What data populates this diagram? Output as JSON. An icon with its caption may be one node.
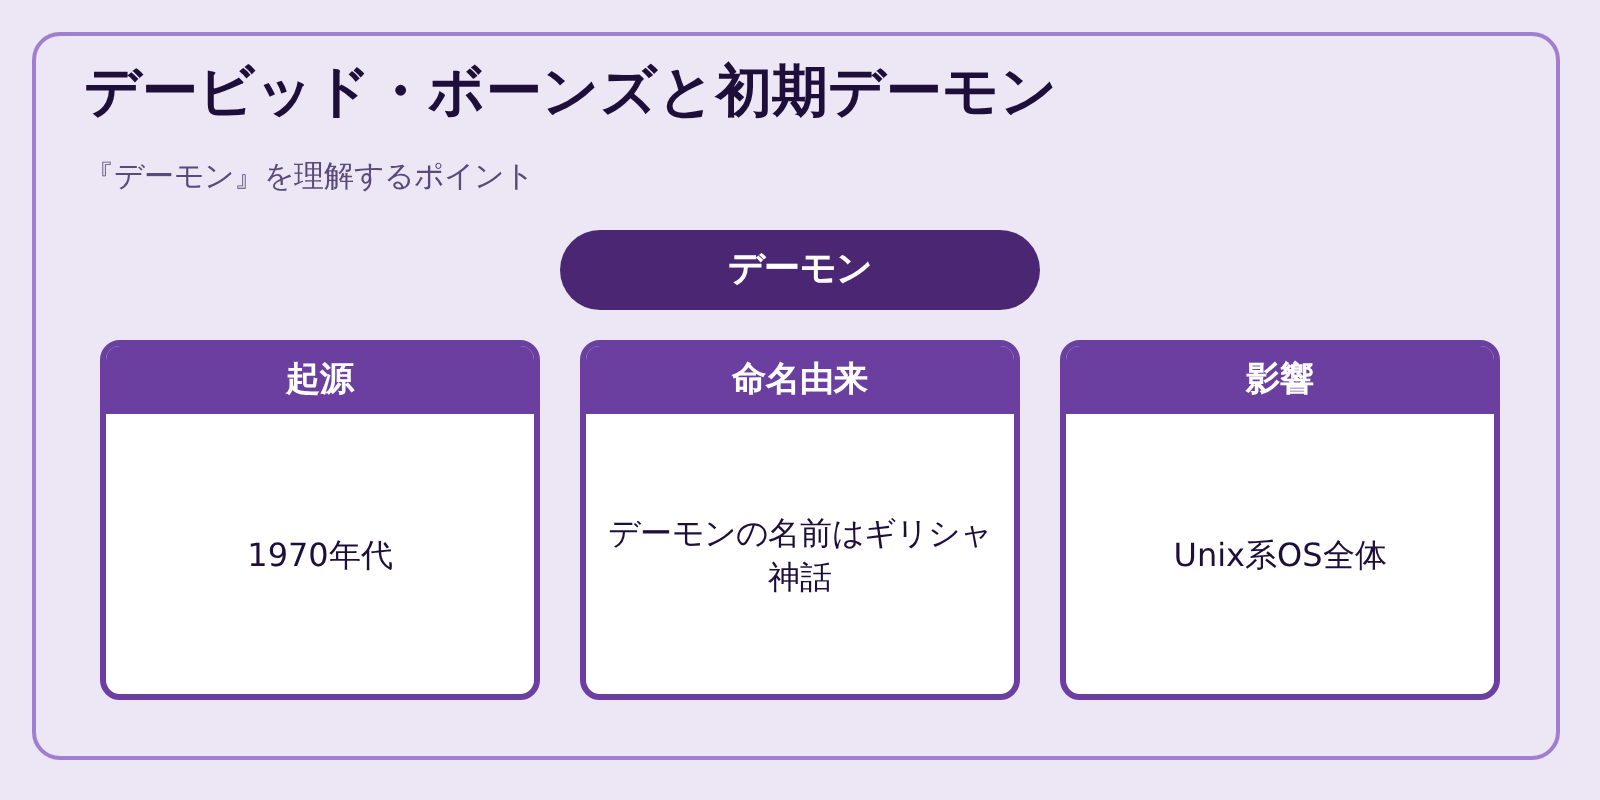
{
  "diagram": {
    "title": "デービッド・ボーンズと初期デーモン",
    "nodes": [
      {
        "text": [
          "デーモン"
        ]
      },
      {
        "text": [
          "起源",
          "1970年代"
        ]
      },
      {
        "text": [
          "命名由来",
          "デーモンの名前はギリシャ神話"
        ]
      },
      {
        "text": [
          "影響",
          "Unix系OS全体"
        ]
      }
    ],
    "labels": [
      "『デーモン』を理解するポイント"
    ]
  }
}
